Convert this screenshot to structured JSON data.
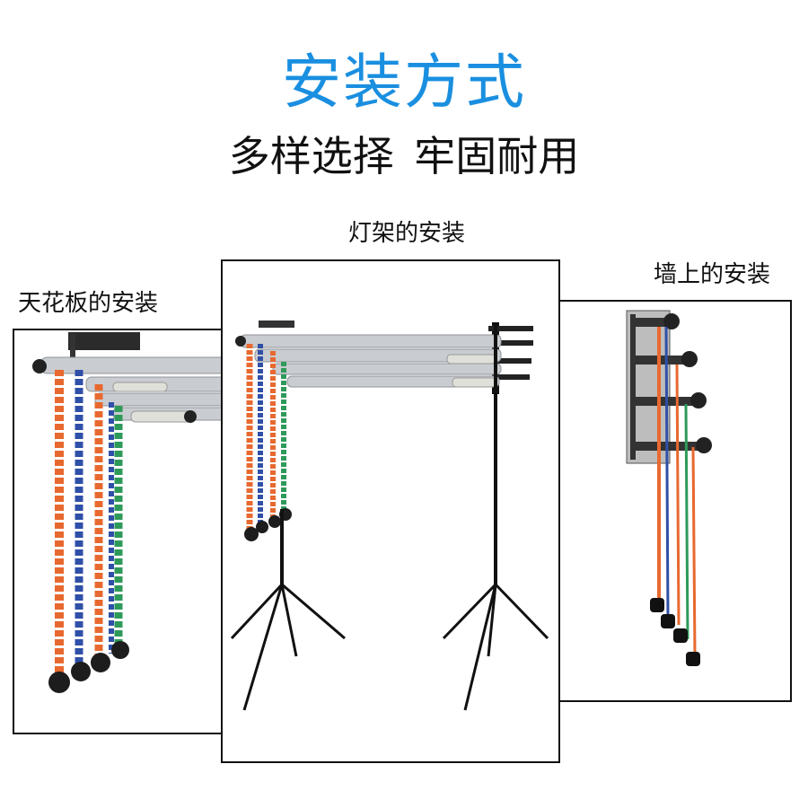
{
  "header": {
    "title": "安装方式",
    "subtitle": "多样选择  牢固耐用"
  },
  "panels": {
    "ceiling": {
      "caption": "天花板的安装"
    },
    "stand": {
      "caption": "灯架的安装"
    },
    "wall": {
      "caption": "墙上的安装"
    }
  },
  "colors": {
    "title": "#1a8fe0",
    "chain_orange": "#e8692f",
    "chain_blue": "#2f4fa8",
    "chain_green": "#2e9a5a",
    "pipe": "#c9ccd0"
  },
  "icons": {
    "ceiling_image": "backdrop-rollers-ceiling-mount",
    "stand_image": "backdrop-rollers-light-stand-mount",
    "wall_image": "backdrop-rollers-wall-mount"
  }
}
